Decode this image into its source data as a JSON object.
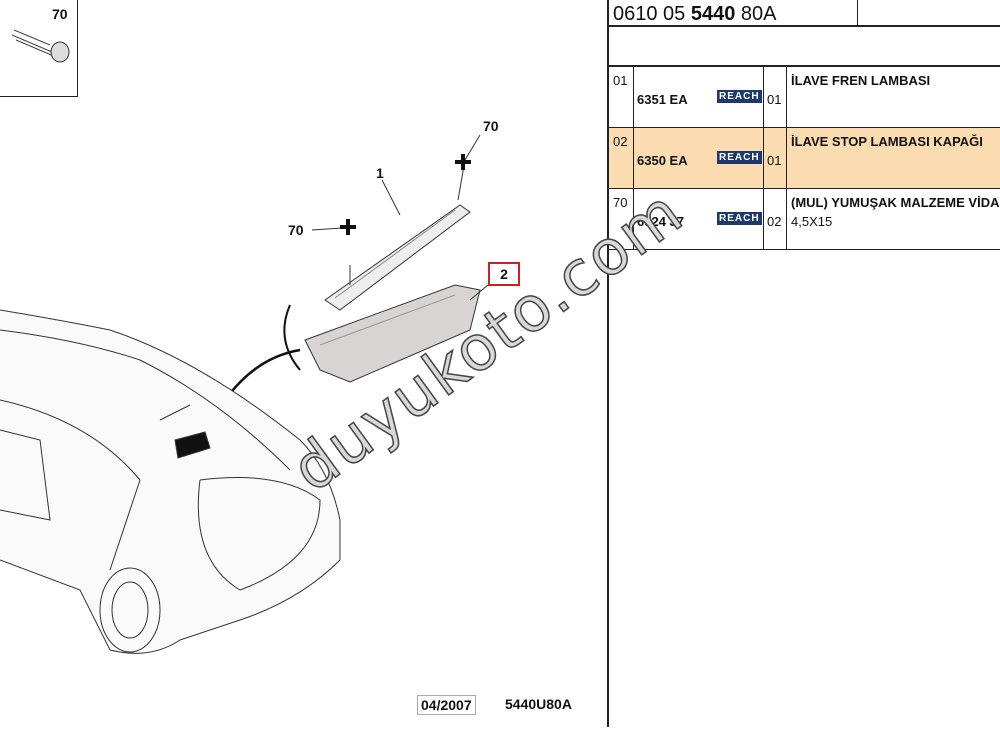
{
  "header": {
    "ref_prefix": "0610 05 ",
    "ref_bold": "5440",
    "ref_suffix": " 80A"
  },
  "diagram": {
    "inset_label": "70",
    "callouts": [
      "70",
      "1",
      "70",
      "2"
    ],
    "footer_date": "04/2007",
    "footer_code": "5440U80A"
  },
  "rows": [
    {
      "pos": "01",
      "part": "6351 EA",
      "badge": "REACH",
      "qty": "01",
      "desc": "İLAVE FREN LAMBASI",
      "desc2": "",
      "highlight": false
    },
    {
      "pos": "02",
      "part": "6350 EA",
      "badge": "REACH",
      "qty": "01",
      "desc": "İLAVE STOP LAMBASI KAPAĞI",
      "desc2": "",
      "highlight": true
    },
    {
      "pos": "70",
      "part": "6924 J7",
      "badge": "REACH",
      "qty": "02",
      "desc": "(MUL) YUMUŞAK MALZEME VİDASI",
      "desc2": "4,5X15",
      "highlight": false
    }
  ],
  "colors": {
    "highlight": "#fbdcb0",
    "badge": "#1d3a6e",
    "callout": "#d02020"
  },
  "watermark": "duyukoto.com"
}
